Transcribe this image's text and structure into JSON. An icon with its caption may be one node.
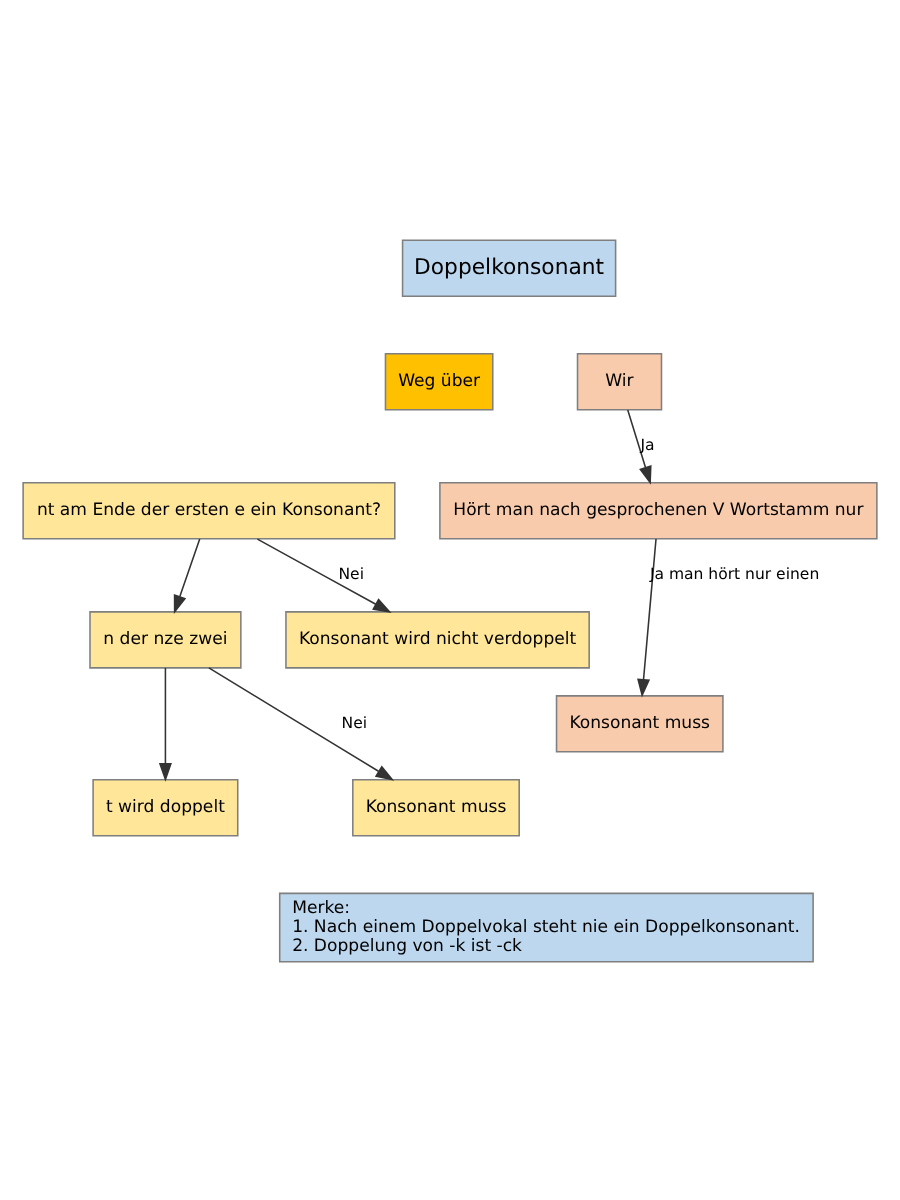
{
  "diagram": {
    "nodes": [
      {
        "text": [
          "Doppelkonsonant"
        ]
      },
      {
        "text": [
          "Weg über"
        ]
      },
      {
        "text": [
          "nt am Ende der ersten e ein Konsonant?"
        ]
      },
      {
        "text": [
          "n der nze zwei"
        ]
      },
      {
        "text": [
          "Konsonant wird nicht verdoppelt"
        ]
      },
      {
        "text": [
          "t wird doppelt"
        ]
      },
      {
        "text": [
          "Konsonant muss"
        ]
      },
      {
        "text": [
          "Wir"
        ]
      },
      {
        "text": [
          "Hört man nach gesprochenen V Wortstamm nur"
        ]
      },
      {
        "text": [
          "Konsonant muss"
        ]
      },
      {
        "text": [
          "Merke:",
          "1. Nach einem Doppelvokal steht nie ein Doppelkonsonant.",
          "2. Doppelung von -k ist -ck"
        ]
      }
    ],
    "edges": [
      {
        "from": 2,
        "to": 3,
        "arrow": "to"
      },
      {
        "from": 2,
        "to": 4,
        "arrow": "to",
        "label": "Nei"
      },
      {
        "from": 3,
        "to": 5,
        "arrow": "to"
      },
      {
        "from": 3,
        "to": 6,
        "arrow": "to",
        "label": "Nei"
      },
      {
        "from": 7,
        "to": 8,
        "arrow": "to",
        "label": "Ja"
      },
      {
        "from": 8,
        "to": 9,
        "arrow": "to",
        "label": "Ja man hört nur einen"
      }
    ]
  }
}
